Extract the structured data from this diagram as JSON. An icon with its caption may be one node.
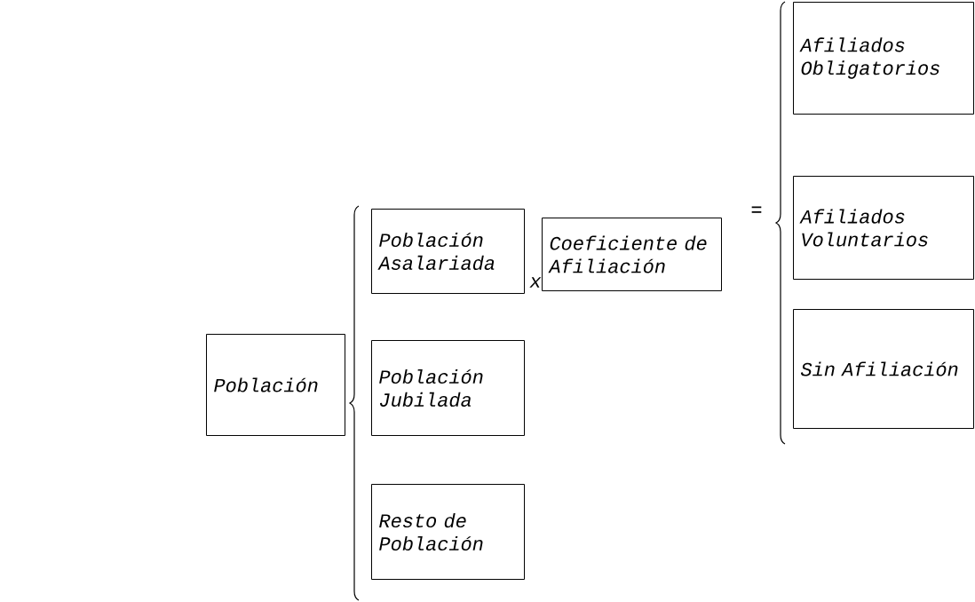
{
  "diagram": {
    "nodes": [
      {
        "text": [
          "Población"
        ]
      },
      {
        "text": [
          "Población Asalariada"
        ]
      },
      {
        "text": [
          "Población Jubilada"
        ]
      },
      {
        "text": [
          "Resto de Población"
        ]
      },
      {
        "text": [
          "Coeficiente de Afiliación"
        ]
      },
      {
        "text": [
          "Afiliados Obligatorios"
        ]
      },
      {
        "text": [
          "Afiliados Voluntarios"
        ]
      },
      {
        "text": [
          "Sin Afiliación"
        ]
      }
    ],
    "labels": [
      "x",
      "="
    ]
  }
}
